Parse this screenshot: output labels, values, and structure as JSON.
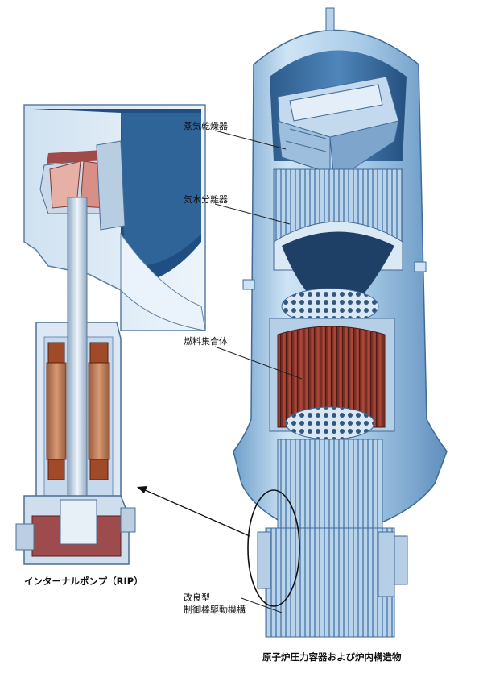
{
  "labels": {
    "steam_dryer": "蒸気乾燥器",
    "steam_separator": "気水分離器",
    "fuel_assembly": "燃料集合体",
    "control_rod_drive_line1": "改良型",
    "control_rod_drive_line2": "制御棒駆動機構"
  },
  "captions": {
    "pump": "インターナルポンプ（RIP）",
    "vessel": "原子炉圧力容器および炉内構造物"
  },
  "colors": {
    "vessel_blue": "#9cc6e6",
    "vessel_dark": "#3a6d9c",
    "fuel_red": "#9c3a2e",
    "pump_red": "#a04a4a",
    "pump_copper": "#b8775a"
  }
}
